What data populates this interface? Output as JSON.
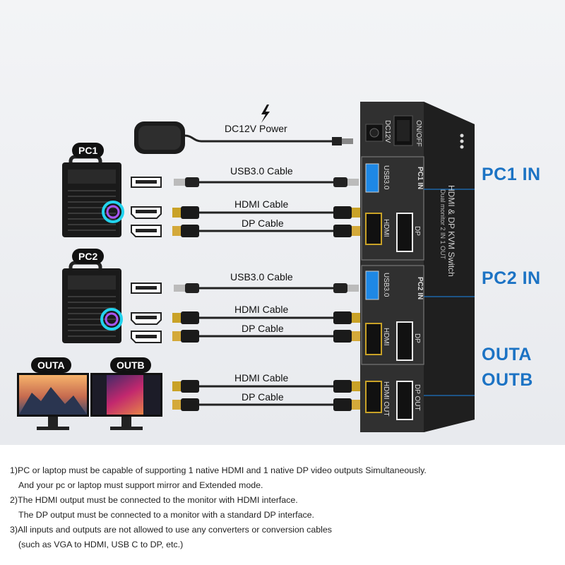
{
  "power_label": "DC12V Power",
  "pc1_badge": "PC1",
  "pc2_badge": "PC2",
  "outa_badge": "OUTA",
  "outb_badge": "OUTB",
  "cables": {
    "pc1_usb": "USB3.0 Cable",
    "pc1_hdmi": "HDMI Cable",
    "pc1_dp": "DP Cable",
    "pc2_usb": "USB3.0 Cable",
    "pc2_hdmi": "HDMI Cable",
    "pc2_dp": "DP Cable",
    "out_hdmi": "HDMI Cable",
    "out_dp": "DP Cable"
  },
  "ports": {
    "pc1_in": "PC1 IN",
    "pc2_in": "PC2 IN",
    "outa": "OUTA",
    "outb": "OUTB"
  },
  "device": {
    "on_off": "ON/OFF",
    "dc12v": "DC12V",
    "pc1_in": "PC1 IN",
    "pc2_in": "PC2 IN",
    "usb30": "USB3.0",
    "hdmi": "HDMI",
    "dp": "DP",
    "hdmi_out": "HDMI OUT",
    "dp_out": "DP OUT",
    "product_name": "HDMI & DP KVM Switch",
    "product_sub": "Dual monitor 2 IN 1 OUT"
  },
  "notes": [
    "1)PC or laptop must be capable of supporting 1 native HDMI and 1 native DP video outputs Simultaneously.",
    "And your pc or laptop must support mirror and Extended mode.",
    "2)The HDMI output must be connected to the monitor with HDMI interface.",
    "The DP output must be connected to a monitor with a standard DP interface.",
    "3)All inputs and outputs are not allowed to use any converters or conversion cables",
    "(such as VGA to HDMI, USB C to DP, etc.)"
  ],
  "colors": {
    "accent": "#1c73c4",
    "device": "#2b2b2b",
    "badge": "#111111"
  }
}
